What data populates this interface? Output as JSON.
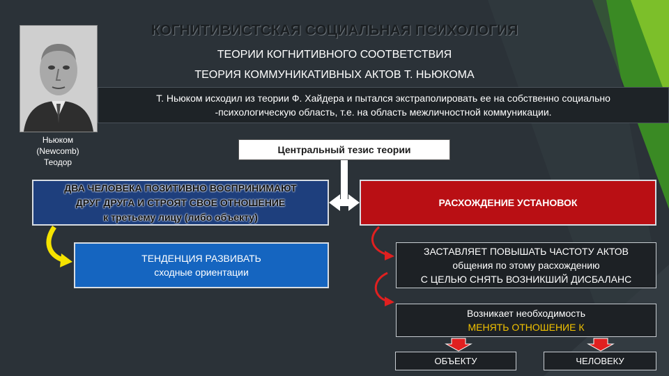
{
  "title": "КОГНИТИВИСТСКАЯ СОЦИАЛЬНАЯ ПСИХОЛОГИЯ",
  "subtitle": "ТЕОРИИ КОГНИТИВНОГО СООТВЕТСТВИЯ",
  "subtitle2": "ТЕОРИЯ КОММУНИКАТИВНЫХ АКТОВ Т. НЬЮКОМА",
  "intro": {
    "line1": "Т. Ньюком исходил из теории Ф. Хайдера и пытался экстраполировать ее на собственно социально",
    "line2": "-психологическую область, т.е. на область межличностной коммуникации."
  },
  "portrait_caption": [
    "Ньюком",
    "(Newcomb)",
    "Теодор"
  ],
  "central_thesis": "Центральный тезис теории",
  "left_box": {
    "line1": "ДВА ЧЕЛОВЕКА ПОЗИТИВНО ВОСПРИНИМАЮТ",
    "line2": "ДРУГ ДРУГА И СТРОЯТ СВОЕ ОТНОШЕНИЕ",
    "line3": "к третьему лицу (либо объекту)"
  },
  "right_box": "РАСХОЖДЕНИЕ УСТАНОВОК",
  "tendency": {
    "line1": "ТЕНДЕНЦИЯ РАЗВИВАТЬ",
    "line2": "сходные ориентации"
  },
  "acts_box": {
    "line1": "ЗАСТАВЛЯЕТ ПОВЫШАТЬ ЧАСТОТУ АКТОВ",
    "line2": "общения по этому расхождению",
    "line3": "С ЦЕЛЬЮ СНЯТЬ ВОЗНИКШИЙ ДИСБАЛАНС"
  },
  "need_box": {
    "line1": "Возникает необходимость",
    "line2": "МЕНЯТЬ ОТНОШЕНИЕ К"
  },
  "object_box": "ОБЪЕКТУ",
  "person_box": "ЧЕЛОВЕКУ",
  "colors": {
    "background": "#2b3238",
    "green_accent": "#7cbf2a",
    "blue_box": "#1e3f7d",
    "red_box": "#b90f14",
    "tendency_box": "#1565c0",
    "yellow_arrow": "#f5e300",
    "red_arrow": "#e02020"
  }
}
